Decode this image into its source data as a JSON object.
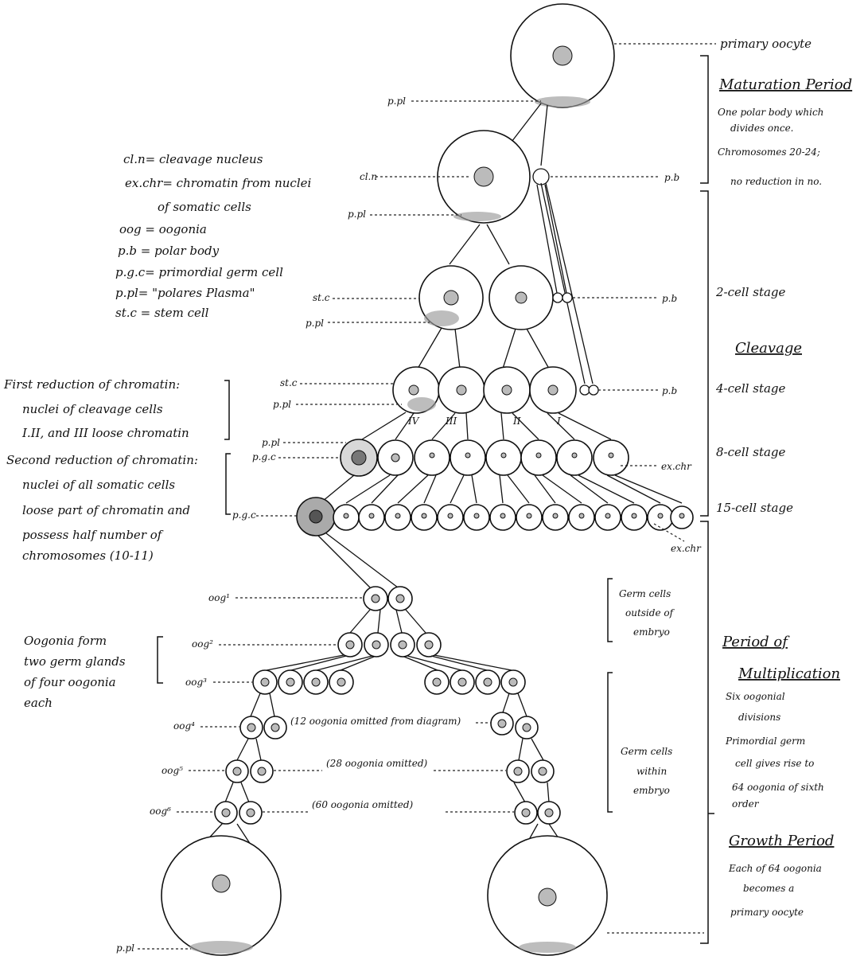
{
  "labels": {
    "primary_oocyte_top": "primary oocyte",
    "maturation_period": "Maturation Period",
    "maturation_note1": "One polar body which",
    "maturation_note2": "divides once.",
    "maturation_note3": "Chromosomes 20-24;",
    "maturation_note4": "no reduction in no.",
    "two_cell": "2-cell stage",
    "cleavage": "Cleavage",
    "four_cell": "4-cell stage",
    "eight_cell": "8-cell stage",
    "fifteen_cell": "15-cell stage",
    "germ_outside1": "Germ cells",
    "germ_outside2": "outside of",
    "germ_outside3": "embryo",
    "period_mult1": "Period of",
    "period_mult2": "Multiplication",
    "mult_note1": "Six oogonial",
    "mult_note2": "divisions",
    "mult_note3": "Primordial germ",
    "mult_note4": "cell gives rise to",
    "mult_note5": "64 oogonia of sixth",
    "mult_note6": "order",
    "germ_within1": "Germ cells",
    "germ_within2": "within",
    "germ_within3": "embryo",
    "growth_period": "Growth Period",
    "growth_note1": "Each of 64 oogonia",
    "growth_note2": "becomes a",
    "growth_note3": "primary oocyte",
    "legend1": "cl.n= cleavage nucleus",
    "legend2": "ex.chr= chromatin from nuclei",
    "legend3": "of somatic cells",
    "legend4": "oog = oogonia",
    "legend5": "p.b = polar body",
    "legend6": "p.g.c= primordial germ cell",
    "legend7": "p.pl= \"polares Plasma\"",
    "legend8": "st.c = stem cell",
    "first_red1": "First reduction of chromatin:",
    "first_red2": "nuclei of cleavage cells",
    "first_red3": "I.II, and III loose chromatin",
    "second_red1": "Second reduction of chromatin:",
    "second_red2": "nuclei of all somatic cells",
    "second_red3": "loose part of chromatin and",
    "second_red4": "possess half number of",
    "second_red5": "chromosomes (10-11)",
    "oogonia_form1": "Oogonia form",
    "oogonia_form2": "two germ glands",
    "oogonia_form3": "of four oogonia",
    "oogonia_form4": "each",
    "omit12": "(12 oogonia omitted from diagram)",
    "omit28": "(28 oogonia omitted)",
    "omit60": "(60 oogonia omitted)",
    "ppl": "p.pl",
    "cln": "cl.n",
    "pb": "p.b",
    "stc": "st.c",
    "pgc": "p.g.c",
    "exchr": "ex.chr",
    "oog1": "oog¹",
    "oog2": "oog²",
    "oog3": "oog³",
    "oog4": "oog⁴",
    "oog5": "oog⁵",
    "oog6": "oog⁶",
    "roman4": "IV",
    "roman3": "III",
    "roman2": "II",
    "roman1": "I"
  }
}
